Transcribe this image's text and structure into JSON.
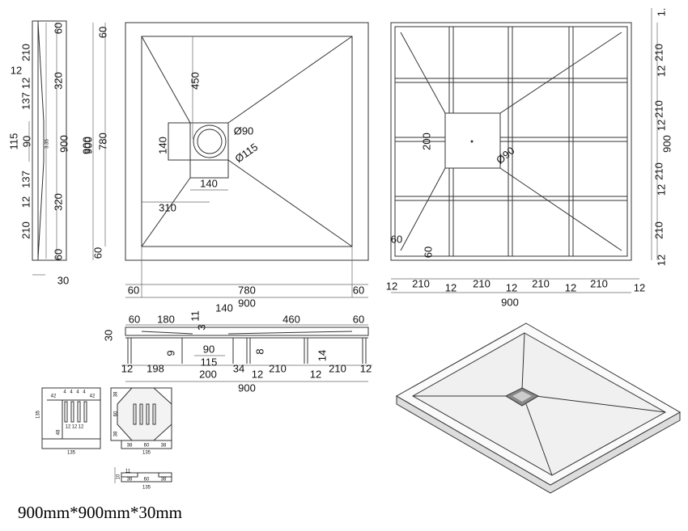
{
  "caption": "900mm*900mm*30mm",
  "side_view": {
    "labels": [
      "60",
      "210",
      "12",
      "12",
      "320",
      "137",
      "115",
      "90",
      "3.35",
      "900",
      "137",
      "12",
      "320",
      "210",
      "60",
      "30",
      "900"
    ]
  },
  "plan_view": {
    "labels": [
      "60",
      "780",
      "900",
      "60",
      "450",
      "140",
      "Ø90",
      "Ø115",
      "140",
      "310",
      "60",
      "780",
      "60",
      "900"
    ]
  },
  "grid_view": {
    "labels": [
      "200",
      "Ø90",
      "60",
      "60",
      "12",
      "210",
      "12",
      "210",
      "12",
      "210",
      "12",
      "210",
      "12",
      "900",
      "1.",
      "210",
      "12",
      "210",
      "12",
      "900",
      "210",
      "12",
      "210",
      "12"
    ]
  },
  "section_view": {
    "labels": [
      "60",
      "180",
      "140",
      "11",
      "3",
      "460",
      "60",
      "30",
      "9",
      "90",
      "115",
      "8",
      "14",
      "12",
      "198",
      "200",
      "34",
      "12",
      "210",
      "12",
      "210",
      "12",
      "900"
    ]
  },
  "drain_detail": {
    "labels": [
      "135",
      "42",
      "42",
      "4",
      "4",
      "4",
      "4",
      "12",
      "12",
      "12",
      "48",
      "135",
      "38",
      "60",
      "38",
      "38",
      "60",
      "38",
      "135",
      "10",
      "11",
      "38",
      "60",
      "38",
      "135"
    ]
  },
  "colors": {
    "line": "#333333",
    "background": "#ffffff"
  }
}
